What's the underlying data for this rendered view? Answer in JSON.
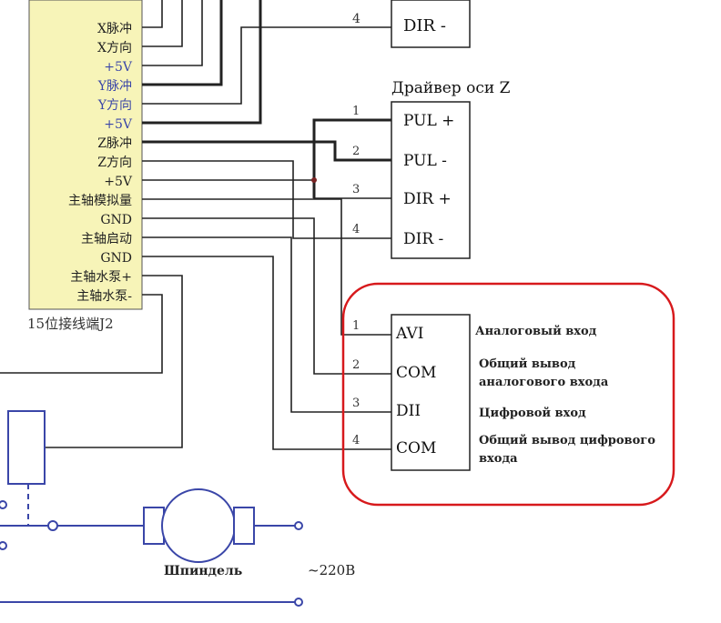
{
  "connector": {
    "caption": "15位接线端J2",
    "pins": [
      {
        "label": "X脉冲",
        "color": "#222222"
      },
      {
        "label": "X方向",
        "color": "#222222"
      },
      {
        "label": "+5V",
        "color": "#3a46a8"
      },
      {
        "label": "Y脉冲",
        "color": "#3a46a8"
      },
      {
        "label": "Y方向",
        "color": "#3a46a8"
      },
      {
        "label": "+5V",
        "color": "#3a46a8"
      },
      {
        "label": "Z脉冲",
        "color": "#222222"
      },
      {
        "label": "Z方向",
        "color": "#222222"
      },
      {
        "label": "+5V",
        "color": "#222222"
      },
      {
        "label": "主轴模拟量",
        "color": "#222222"
      },
      {
        "label": "GND",
        "color": "#222222"
      },
      {
        "label": "主轴启动",
        "color": "#222222"
      },
      {
        "label": "GND",
        "color": "#222222"
      },
      {
        "label": "主轴水泵+",
        "color": "#222222"
      },
      {
        "label": "主轴水泵-",
        "color": "#222222"
      }
    ],
    "fill": "#f7f4b8"
  },
  "driver_top": {
    "pin_number": "4",
    "pin_label": "DIR -"
  },
  "driver_z": {
    "title": "Драйвер оси Z",
    "pins": [
      {
        "number": "1",
        "label": "PUL +"
      },
      {
        "number": "2",
        "label": "PUL -"
      },
      {
        "number": "3",
        "label": "DIR +"
      },
      {
        "number": "4",
        "label": "DIR -"
      }
    ]
  },
  "inverter": {
    "pins": [
      {
        "number": "1",
        "label": "AVI",
        "desc": [
          "Аналоговый вход"
        ]
      },
      {
        "number": "2",
        "label": "COM",
        "desc": [
          "Общий вывод",
          "аналогового входа"
        ]
      },
      {
        "number": "3",
        "label": "DII",
        "desc": [
          "Цифровой вход"
        ]
      },
      {
        "number": "4",
        "label": "COM",
        "desc": [
          "Общий вывод цифрового",
          "входа"
        ]
      }
    ],
    "highlight_color": "#d7191c"
  },
  "spindle": {
    "label": "Шпиндель",
    "voltage": "~220В"
  }
}
